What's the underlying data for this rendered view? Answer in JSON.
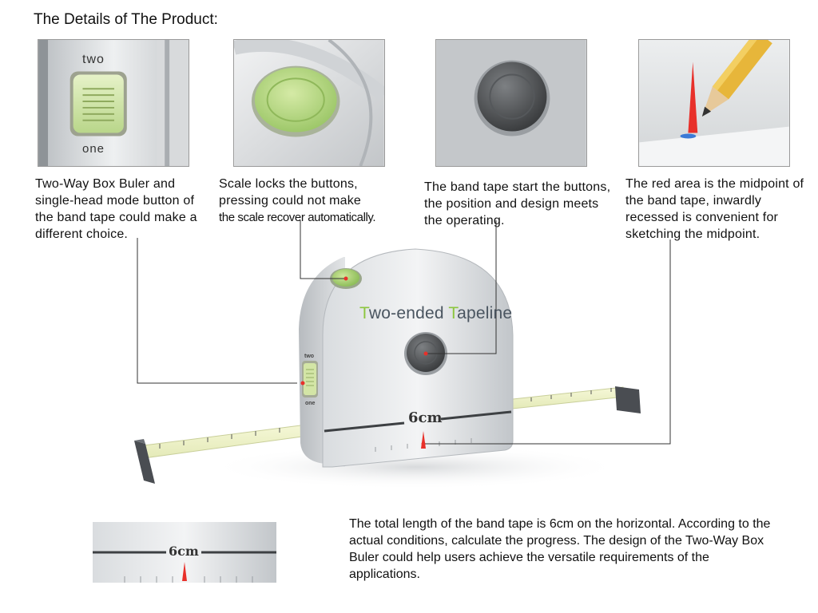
{
  "page": {
    "title": "The Details of The Product:"
  },
  "details": [
    {
      "caption": "Two-Way Box Buler and single-head mode button of the band tape could make a different choice.",
      "switch_top": "two",
      "switch_bottom": "one"
    },
    {
      "caption_line1": "Scale locks the buttons, pressing could not make",
      "caption_line2": "the scale recover automatically."
    },
    {
      "caption": "The band tape start the buttons, the position and design meets the operating."
    },
    {
      "caption": "The red area is the midpoint of the band tape, inwardly recessed is convenient for sketching the midpoint."
    }
  ],
  "product": {
    "brand_first_letter_1": "T",
    "brand_rest_1": "wo-ended ",
    "brand_first_letter_2": "T",
    "brand_rest_2": "apeline",
    "length_label": "6cm",
    "side_top": "two",
    "side_bottom": "one",
    "accent_color": "#8cc63f",
    "midpoint_color": "#e8302a",
    "body_color": "#c9ccd0"
  },
  "detail_view": {
    "length_label": "6cm"
  },
  "summary": {
    "text": "The total length of the band tape is 6cm on the horizontal. According to the actual conditions, calculate the progress. The design of the Two-Way Box Buler could help users achieve the versatile requirements of the applications."
  }
}
